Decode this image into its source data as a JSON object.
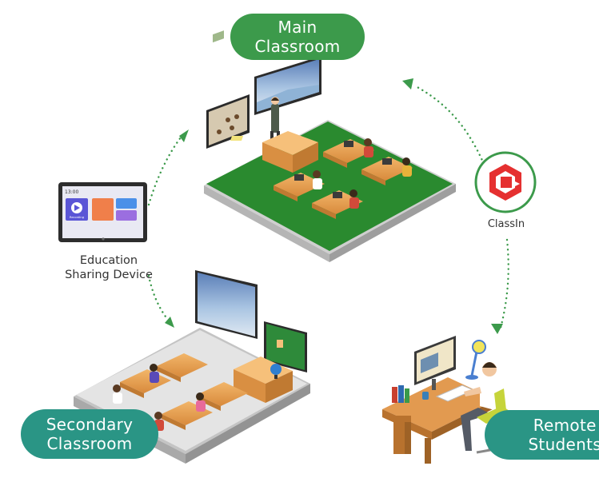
{
  "main_classroom": {
    "title": "Main\nClassroom"
  },
  "secondary_classroom": {
    "title": "Secondary\nClassroom"
  },
  "remote_students": {
    "title": "Remote\nStudents"
  },
  "device": {
    "label": "Education\nSharing Device",
    "screen_time": "13:00",
    "screen_app": "Recording"
  },
  "classin": {
    "label": "ClassIn"
  },
  "colors": {
    "accent_green": "#3c9a4b",
    "accent_teal": "#2a9585",
    "floor_green": "#2a8a2f",
    "classin_red": "#e53030",
    "arrow_green": "#3c9a4b"
  }
}
